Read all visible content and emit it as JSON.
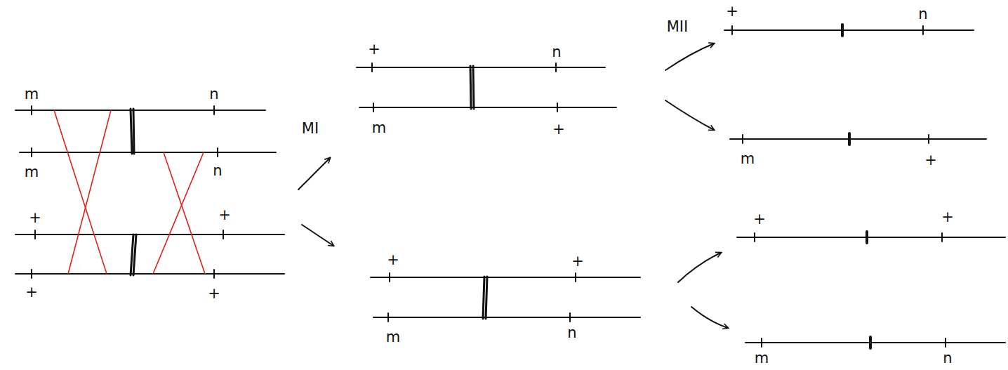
{
  "diagram": {
    "labels": [
      "m",
      "n",
      "m",
      "n",
      "+",
      "+",
      "+",
      "+",
      "MI",
      "+",
      "n",
      "m",
      "+",
      "+",
      "+",
      "m",
      "n",
      "MII",
      "+",
      "n",
      "m",
      "+",
      "+",
      "+",
      "m",
      "n"
    ]
  }
}
